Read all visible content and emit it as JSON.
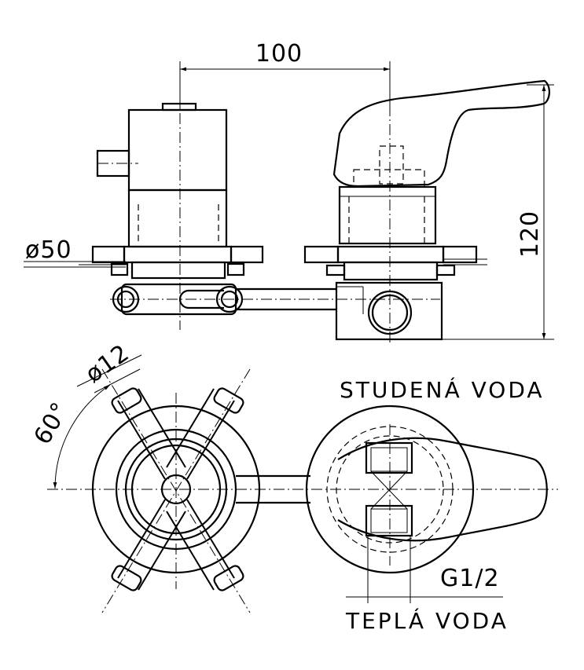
{
  "dimensions": {
    "width_mm": "100",
    "height_mm": "120",
    "flange_diameter": "ø50",
    "pipe_diameter": "ø12",
    "angle": "60°",
    "thread": "G1/2"
  },
  "labels": {
    "cold_water": "STUDENÁ VODA",
    "hot_water": "TEPLÁ VODA"
  }
}
